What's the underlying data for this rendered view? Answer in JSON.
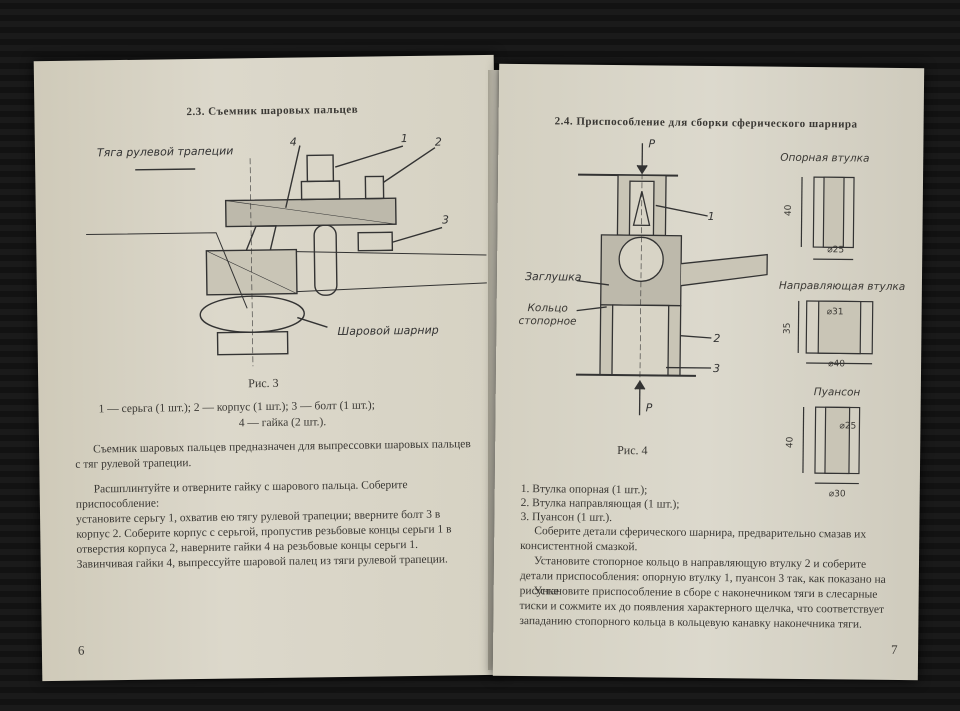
{
  "left_page": {
    "section_title": "2.3. Съемник шаровых пальцев",
    "figure": {
      "labels": {
        "rod": "Тяга рулевой трапеции",
        "joint": "Шаровой шарнир",
        "n1": "1",
        "n2": "2",
        "n3": "3",
        "n4": "4"
      },
      "caption": "Рис. 3",
      "legend_line1": "1 — серьга (1 шт.); 2 — корпус (1 шт.); 3 — болт (1 шт.);",
      "legend_line2": "4 — гайка (2 шт.)."
    },
    "paragraphs": [
      "Съемник шаровых пальцев предназначен для выпрессовки шаровых пальцев с тяг рулевой трапеции.",
      "Расшплинтуйте и отверните гайку с шарового пальца. Соберите приспособление:",
      "установите серьгу 1, охватив ею тягу рулевой трапеции; вверните болт 3 в корпус 2. Соберите корпус с серьгой, пропустив резьбовые концы серьги 1 в отверстия корпуса 2, наверните гайки 4 на резьбовые концы серьги 1. Завинчивая гайки 4, выпрессуйте шаровой палец из тяги рулевой трапеции."
    ],
    "page_number": "6"
  },
  "right_page": {
    "section_title": "2.4. Приспособление для сборки сферического шарнира",
    "figure": {
      "labels": {
        "p_top": "P",
        "p_bottom": "P",
        "plug": "Заглушка",
        "ring": "Кольцо стопорное",
        "n1": "1",
        "n2": "2",
        "n3": "3"
      },
      "caption": "Рис. 4"
    },
    "parts": [
      {
        "title": "Опорная втулка",
        "height": "40",
        "diameter": "⌀25"
      },
      {
        "title": "Направляющая втулка",
        "height": "35",
        "inner": "⌀31",
        "diameter": "⌀40"
      },
      {
        "title": "Пуансон",
        "height": "40",
        "inner": "⌀25",
        "diameter": "⌀30"
      }
    ],
    "legend": [
      "1. Втулка опорная (1 шт.);",
      "2. Втулка направляющая (1 шт.);",
      "3. Пуансон (1 шт.)."
    ],
    "paragraphs": [
      "Соберите детали сферического шарнира, предварительно смазав их консистентной смазкой.",
      "Установите стопорное кольцо в направляющую втулку 2 и соберите детали приспособления: опорную втулку 1, пуансон 3 так, как показано на рисунке.",
      "Установите приспособление в сборе с наконечником тяги в слесарные тиски и сожмите их до появления характерного щелчка, что соответствует западанию стопорного кольца в кольцевую канавку наконечника тяги."
    ],
    "page_number": "7"
  }
}
